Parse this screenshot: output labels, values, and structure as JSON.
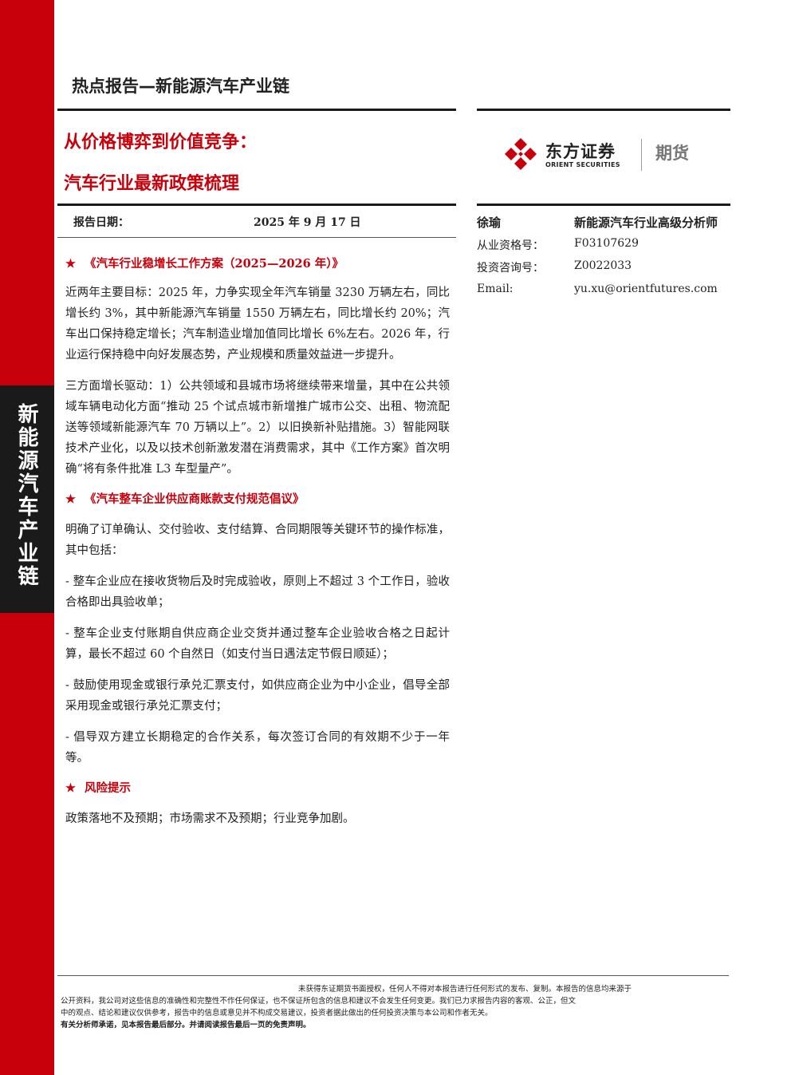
{
  "category": "热点报告—新能源汽车产业链",
  "sidebar_label": "新能源汽车产业链",
  "title_line1": "从价格博弈到价值竞争：",
  "title_line2": "汽车行业最新政策梳理",
  "report_date_label": "报告日期：",
  "report_date_value": "2025 年 9 月 17 日",
  "logo": {
    "name_cn": "东方证券",
    "name_en": "ORIENT SECURITIES",
    "sub": "期货",
    "colors": {
      "brand_red": "#c8000b"
    }
  },
  "analyst": {
    "name": "徐瑜",
    "role": "新能源汽车行业高级分析师",
    "rows": [
      {
        "label": "从业资格号：",
        "value": "F03107629"
      },
      {
        "label": "投资咨询号：",
        "value": "Z0022033"
      },
      {
        "label": "Email:",
        "value": "yu.xu@orientfutures.com"
      }
    ]
  },
  "sections": [
    {
      "heading": "《汽车行业稳增长工作方案（2025—2026 年）》",
      "paragraphs": [
        "近两年主要目标：2025 年，力争实现全年汽车销量 3230 万辆左右，同比增长约 3%，其中新能源汽车销量 1550 万辆左右，同比增长约 20%；汽车出口保持稳定增长；汽车制造业增加值同比增长 6%左右。2026 年，行业运行保持稳中向好发展态势，产业规模和质量效益进一步提升。",
        "三方面增长驱动：1）公共领域和县城市场将继续带来增量，其中在公共领域车辆电动化方面“推动 25 个试点城市新增推广城市公交、出租、物流配送等领域新能源汽车 70 万辆以上”。2）以旧换新补贴措施。3）智能网联技术产业化，以及以技术创新激发潜在消费需求，其中《工作方案》首次明确“将有条件批准 L3 车型量产”。"
      ]
    },
    {
      "heading": "《汽车整车企业供应商账款支付规范倡议》",
      "paragraphs": [
        "明确了订单确认、交付验收、支付结算、合同期限等关键环节的操作标准，其中包括：",
        "- 整车企业应在接收货物后及时完成验收，原则上不超过 3 个工作日，验收合格即出具验收单；",
        "- 整车企业支付账期自供应商企业交货并通过整车企业验收合格之日起计算，最长不超过 60 个自然日（如支付当日遇法定节假日顺延）；",
        "- 鼓励使用现金或银行承兑汇票支付，如供应商企业为中小企业，倡导全部采用现金或银行承兑汇票支付；",
        "- 倡导双方建立长期稳定的合作关系，每次签订合同的有效期不少于一年等。"
      ]
    },
    {
      "heading": "风险提示",
      "paragraphs": [
        "政策落地不及预期；市场需求不及预期；行业竞争加剧。"
      ]
    }
  ],
  "disclaimer": {
    "line1": "未获得东证期货书面授权，任何人不得对本报告进行任何形式的发布、复制。本报告的信息均来源于",
    "line2": "公开资料，我公司对这些信息的准确性和完整性不作任何保证，也不保证所包含的信息和建议不会发生任何变更。我们已力求报告内容的客观、公正，但文",
    "line3": "中的观点、结论和建议仅供参考，报告中的信息或意见并不构成交易建议，投资者据此做出的任何投资决策与本公司和作者无关。",
    "line4": "有关分析师承诺，见本报告最后部分。并请阅读报告最后一页的免责声明。"
  }
}
